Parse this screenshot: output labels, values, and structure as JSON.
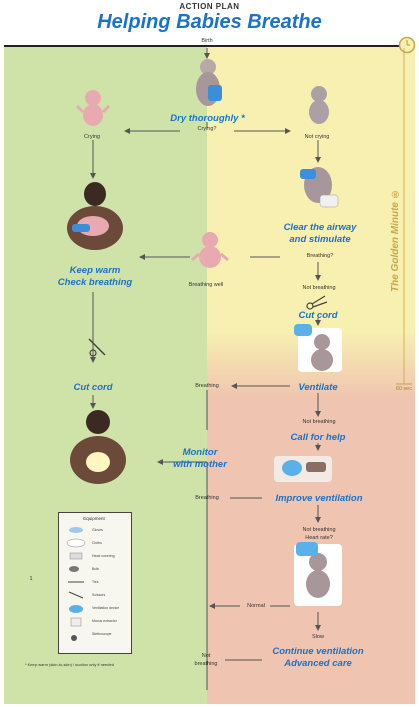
{
  "header": {
    "subtitle": "ACTION PLAN",
    "title": "Helping Babies Breathe"
  },
  "steps": {
    "dry": "Dry thoroughly *",
    "clear_1": "Clear the airway",
    "clear_2": "and stimulate",
    "keep_warm_1": "Keep warm",
    "keep_warm_2": "Check breathing",
    "cut_cord_right": "Cut cord",
    "cut_cord_left": "Cut cord",
    "ventilate": "Ventilate",
    "call_help": "Call for help",
    "monitor_1": "Monitor",
    "monitor_2": "with mother",
    "improve": "Improve ventilation",
    "continue_1": "Continue ventilation",
    "continue_2": "Advanced care"
  },
  "small_labels": {
    "birth": "Birth",
    "crying_q": "Crying?",
    "crying": "Crying",
    "not_crying": "Not crying",
    "breathing_q": "Breathing?",
    "breathing_well": "Breathing well",
    "not_breathing_1": "Not breathing",
    "breathing_1": "Breathing",
    "not_breathing_2": "Not breathing",
    "breathing_2": "Breathing",
    "not_breathing_heart_1": "Not breathing",
    "not_breathing_heart_2": "Heart rate?",
    "normal": "Normal",
    "slow": "Slow",
    "not_breathing_left_1": "Not",
    "not_breathing_left_2": "breathing"
  },
  "side": {
    "golden_minute": "The Golden Minute ®",
    "sixty_sec": "60 sec"
  },
  "equipment": {
    "title": "Equipment",
    "items": [
      "Gloves",
      "Cloths",
      "Head covering",
      "Bulb",
      "Ties",
      "Scissors",
      "Ventilation device",
      "Mucus extractor",
      "Stethoscope"
    ]
  },
  "footnote": "* Keep warm (skin-to-skin) / suction only if needed",
  "colors": {
    "accent": "#1a73c8",
    "green_zone": "#cfe3a8",
    "yellow_zone": "#f8f0b0",
    "pink_zone": "#efc4b0"
  }
}
